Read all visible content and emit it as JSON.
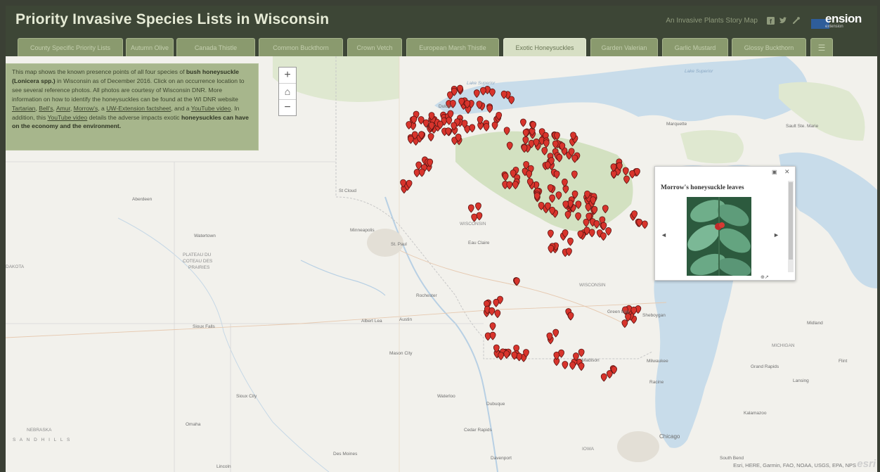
{
  "header": {
    "title": "Priority Invasive Species Lists in Wisconsin",
    "subtitle_link": "An Invasive Plants Story Map",
    "social_icons": [
      "facebook-icon",
      "twitter-icon",
      "link-icon"
    ],
    "logo": {
      "text": "ension",
      "sub": "extension"
    }
  },
  "tabs": [
    {
      "label": "County Specific Priority Lists",
      "active": false
    },
    {
      "label": "Autumn Olive",
      "active": false
    },
    {
      "label": "Canada Thistle",
      "active": false
    },
    {
      "label": "Common Buckthorn",
      "active": false
    },
    {
      "label": "Crown Vetch",
      "active": false
    },
    {
      "label": "European Marsh Thistle",
      "active": false
    },
    {
      "label": "Exotic Honeysuckles",
      "active": true
    },
    {
      "label": "Garden Valerian",
      "active": false
    },
    {
      "label": "Garlic Mustard",
      "active": false
    },
    {
      "label": "Glossy Buckthorn",
      "active": false
    },
    {
      "label": "☰",
      "active": false
    }
  ],
  "description": {
    "p1": "This map shows the known presence points of all four species of ",
    "b1": "bush honeysuckle (Lonicera spp.)",
    "p2": " in Wisconsin as of December 2016. Click on an occurrence location to see several reference photos. All photos are courtesy of Wisconsin DNR. More information on how to identify the honeysuckles can be found at the WI DNR website ",
    "l1": "Tartarian",
    "l2": "Bell's",
    "l3": "Amur",
    "l4": "Morrow's",
    "p3": ", a ",
    "l5": "UW-Extension factsheet",
    "p4": ", and a ",
    "l6": "YouTube video",
    "p5": ". In addition, this ",
    "l7": "YouTube video",
    "p6": " details the adverse impacts exotic ",
    "b2": "honeysuckles can have on the economy and the environment."
  },
  "zoom": {
    "in": "+",
    "home": "⌂",
    "out": "−"
  },
  "popup": {
    "title": "Morrow's honeysuckle leaves",
    "prev": "◄",
    "next": "►",
    "maximize": "▣",
    "close": "✕",
    "zoom_to": "⊕↗"
  },
  "map_labels": {
    "lake_superior": "Lake Superior",
    "lake_superior_east": "Lake Superior",
    "duluth": "Duluth",
    "st_cloud": "St Cloud",
    "aberdeen": "Aberdeen",
    "watertown": "Watertown",
    "minneapolis": "Minneapolis",
    "st_paul": "St. Paul",
    "eau_claire": "Eau Claire",
    "wisconsin": "WISCONSIN",
    "wisconsin2": "WISCONSIN",
    "marquette": "Marquette",
    "sault": "Sault Ste. Marie",
    "rochester": "Rochester",
    "albert_lea": "Albert Lea",
    "austin": "Austin",
    "sioux_falls": "Sioux Falls",
    "mason_city": "Mason City",
    "green_bay": "Green Bay",
    "sheboygan": "Sheboygan",
    "milwaukee": "Milwaukee",
    "racine": "Racine",
    "madison": "Madison",
    "dubuque": "Dubuque",
    "cedar_rapids": "Cedar Rapids",
    "waterloo": "Waterloo",
    "chicago": "Chicago",
    "des_moines": "Des Moines",
    "davenport": "Davenport",
    "sioux_city": "Sioux City",
    "lincoln": "Lincoln",
    "omaha": "Omaha",
    "grand_rapids": "Grand Rapids",
    "lansing": "Lansing",
    "kalamazoo": "Kalamazoo",
    "flint": "Flint",
    "michigan": "MICHIGAN",
    "south_bend": "South Bend",
    "nebraska": "NEBRASKA",
    "sand_hills": "S A N D   H I L L S",
    "plateau1": "PLATEAU DU",
    "plateau2": "COTEAU DES",
    "plateau3": "PRAIRIES",
    "dakota": "DAKOTA",
    "iowa": "IOWA",
    "midland": "Midland"
  },
  "attribution": "Esri, HERE, Garmin, FAO, NOAA, USGS, EPA, NPS",
  "esri_logo": "esri",
  "colors": {
    "header_bg": "#3d4636",
    "tab_bg": "#8a9a6e",
    "tab_active_bg": "#d7dfc4",
    "marker": "#d8342c",
    "water": "#c8dcea",
    "forest": "#d3e1c1"
  }
}
